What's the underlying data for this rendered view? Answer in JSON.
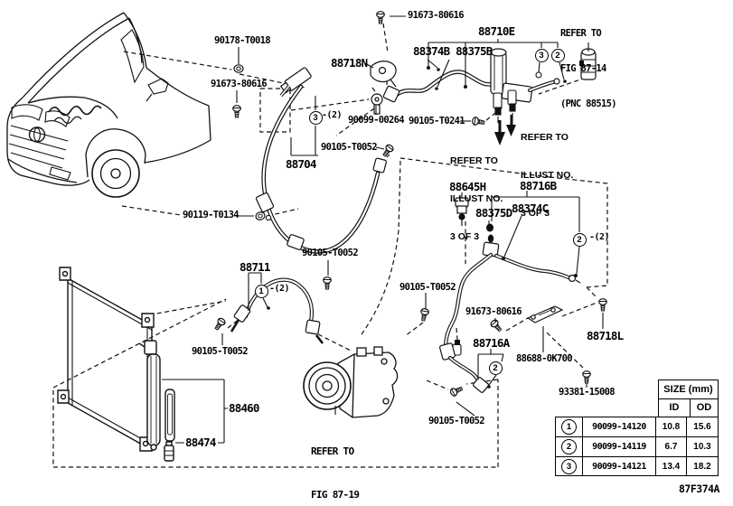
{
  "diagram": {
    "code": "87F374A",
    "callout_qty": "-(2)",
    "circles": {
      "one": "1",
      "two": "2",
      "three": "3"
    },
    "part_labels": {
      "p90178": "90178-T0018",
      "p91673": "91673-80616",
      "p88718n": "88718N",
      "p88710e": "88710E",
      "p88374b_88375b": "88374B 88375B",
      "p90099_00264": "90099-00264",
      "p90105_t0241": "90105-T0241",
      "p90105_t0052": "90105-T0052",
      "p88704": "88704",
      "p90119_t0134": "90119-T0134",
      "p88645h": "88645H",
      "p88716b": "88716B",
      "p88375d": "88375D",
      "p88374c": "88374C",
      "p88716a": "88716A",
      "p88688_0k700": "88688-0K700",
      "p88718l": "88718L",
      "p93381_15008": "93381-15008",
      "p88711": "88711",
      "p88460": "88460",
      "p88474": "88474"
    },
    "notes": {
      "fig_87_14": {
        "l1": "REFER TO",
        "l2": "FIG 87-14",
        "l3": "(PNC 88515)"
      },
      "illust": {
        "l1": "REFER TO",
        "l2": "ILLUST NO.",
        "l3": "3 OF 3"
      },
      "fig_87_19": {
        "l1": "REFER TO",
        "l2": "FIG 87-19"
      }
    },
    "size_table": {
      "title": "SIZE (mm)",
      "columns": {
        "id": "ID",
        "od": "OD"
      },
      "rows": [
        {
          "no": "1",
          "part": "90099-14120",
          "id": "10.8",
          "od": "15.6"
        },
        {
          "no": "2",
          "part": "90099-14119",
          "id": "6.7",
          "od": "10.3"
        },
        {
          "no": "3",
          "part": "90099-14121",
          "id": "13.4",
          "od": "18.2"
        }
      ]
    }
  }
}
